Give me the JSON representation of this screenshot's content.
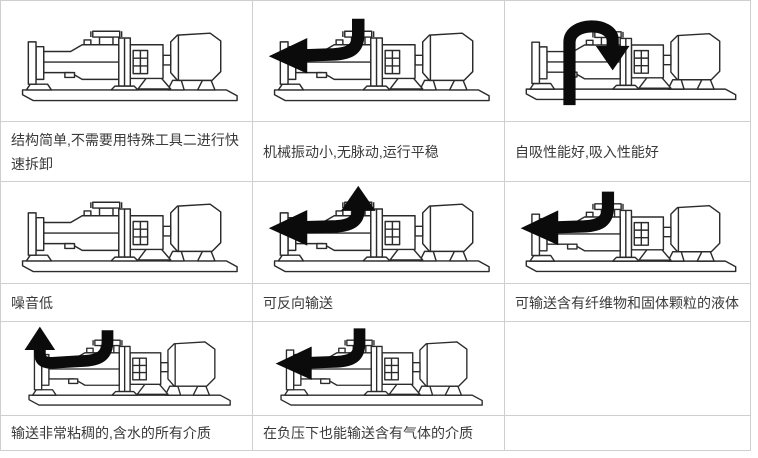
{
  "style": {
    "border_color": "#cfcfcf",
    "line_art_color": "#2b2b2b",
    "arrow_color": "#0b0b0b",
    "text_color": "#3a3a3a",
    "background": "#ffffff"
  },
  "features": [
    {
      "caption": "结构简单,不需要用特殊工具二进行快速拆卸",
      "illustration": "screw-pump-side-view",
      "icon": "none"
    },
    {
      "caption": "机械振动小,无脉动,运行平稳",
      "illustration": "screw-pump-side-view",
      "icon": "flow-arrow-left-icon"
    },
    {
      "caption": "自吸性能好,吸入性能好",
      "illustration": "screw-pump-side-view",
      "icon": "self-priming-arc-arrow-icon"
    },
    {
      "caption": "噪音低",
      "illustration": "screw-pump-side-view",
      "icon": "none"
    },
    {
      "caption": "可反向输送",
      "illustration": "screw-pump-side-view",
      "icon": "bidirectional-flow-arrow-icon"
    },
    {
      "caption": "可输送含有纤维物和固体颗粒的液体",
      "illustration": "screw-pump-side-view",
      "icon": "flow-arrow-left-icon"
    },
    {
      "caption": "输送非常粘稠的,含水的所有介质",
      "illustration": "screw-pump-side-view",
      "icon": "upward-outlet-arrow-icon"
    },
    {
      "caption": "在负压下也能输送含有气体的介质",
      "illustration": "screw-pump-side-view",
      "icon": "flow-arrow-left-icon"
    },
    {
      "caption": "",
      "illustration": "none",
      "icon": "none"
    }
  ]
}
